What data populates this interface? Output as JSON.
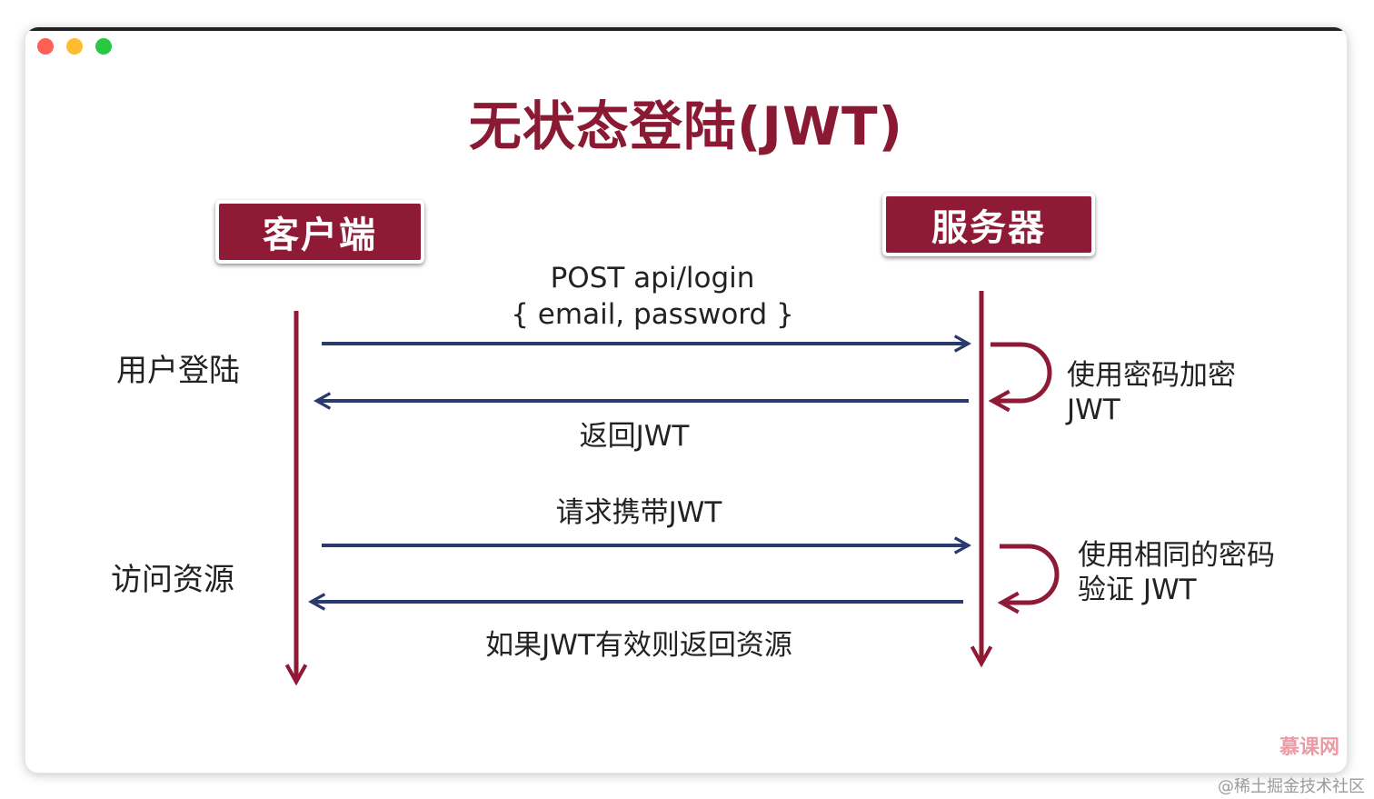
{
  "title": "无状态登陆(JWT)",
  "actors": {
    "client": "客户端",
    "server": "服务器"
  },
  "phases": {
    "login": "用户登陆",
    "access": "访问资源"
  },
  "messages": {
    "login_request_line1": "POST api/login",
    "login_request_line2": "{ email, password }",
    "login_response": "返回JWT",
    "access_request": "请求携带JWT",
    "access_response": "如果JWT有效则返回资源"
  },
  "server_notes": {
    "sign_line1": "使用密码加密",
    "sign_line2": "JWT",
    "verify_line1": "使用相同的密码",
    "verify_line2": "验证 JWT"
  },
  "watermark": {
    "logo": "慕课网",
    "credit": "@稀土掘金技术社区"
  },
  "colors": {
    "brand": "#8e1a35",
    "arrow": "#2a3a6e",
    "lifeline": "#8e1a35"
  }
}
